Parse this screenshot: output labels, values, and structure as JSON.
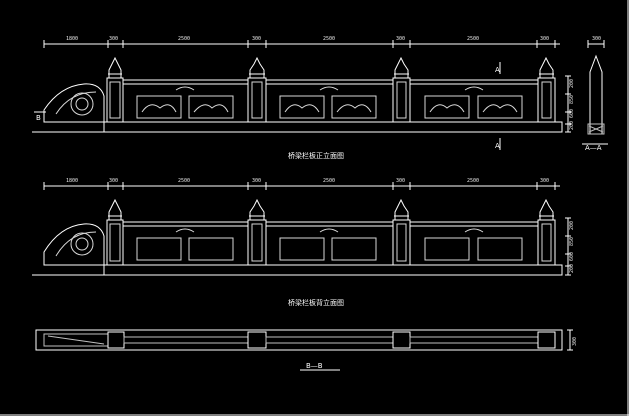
{
  "colors": {
    "background": "#000000",
    "outline": "#ffffff",
    "dimension": "#e0e0e0",
    "carving": "#d8d8d8",
    "hatch": "#bfbfbf"
  },
  "front_elevation": {
    "caption": "桥梁栏板正立面图",
    "dims": [
      "1800",
      "300",
      "2500",
      "300",
      "2500",
      "300",
      "2500",
      "300"
    ],
    "side_dims": [
      "200",
      "600",
      "850",
      "200"
    ],
    "section_cut_label": "A",
    "end_cut_label": "B"
  },
  "back_elevation": {
    "caption": "桥梁栏板背立面图",
    "dims": [
      "1800",
      "300",
      "2500",
      "300",
      "2500",
      "300",
      "2500",
      "300"
    ],
    "side_dims": [
      "200",
      "600",
      "850",
      "200"
    ]
  },
  "section_aa": {
    "caption": "A—A",
    "top_dim": "300"
  },
  "section_bb": {
    "caption": "B—B",
    "side_dim": "300"
  }
}
